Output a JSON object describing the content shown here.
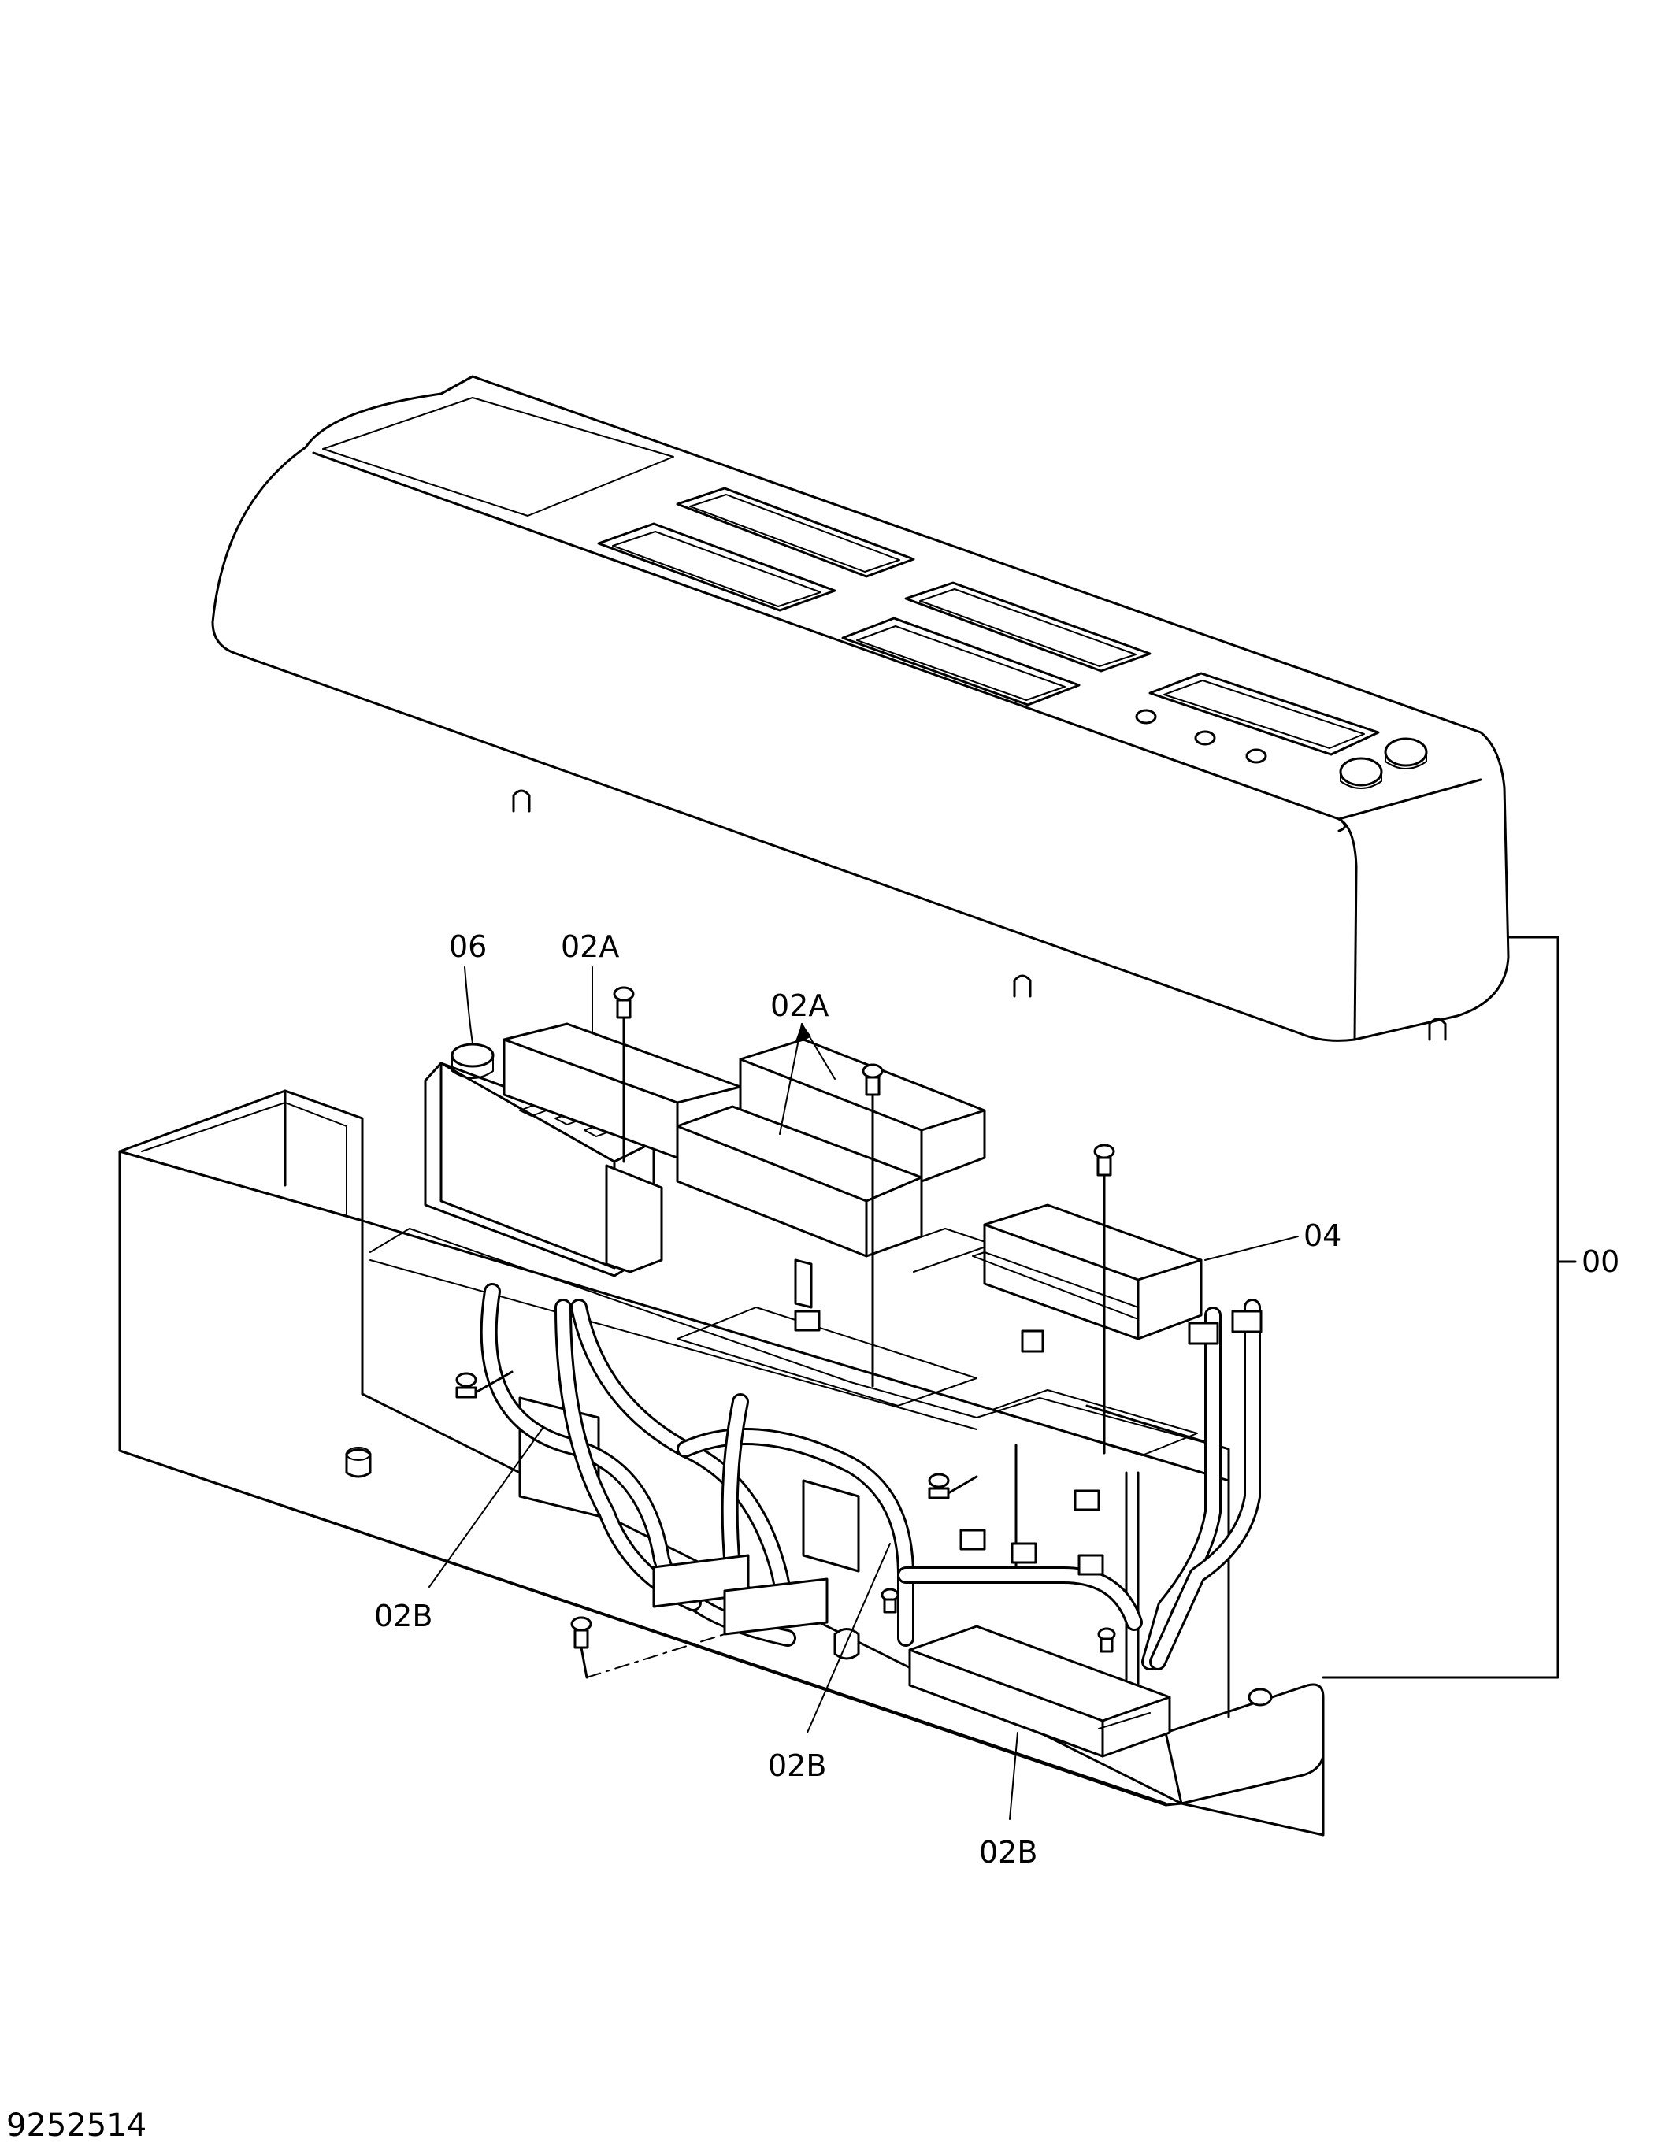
{
  "labels": {
    "item_06": "06",
    "item_02A_left": "02A",
    "item_02A_right": "02A",
    "item_04": "04",
    "item_00": "00",
    "item_02B_left": "02B",
    "item_02B_mid": "02B",
    "item_02B_bottom": "02B"
  },
  "figure_number": "9252514"
}
